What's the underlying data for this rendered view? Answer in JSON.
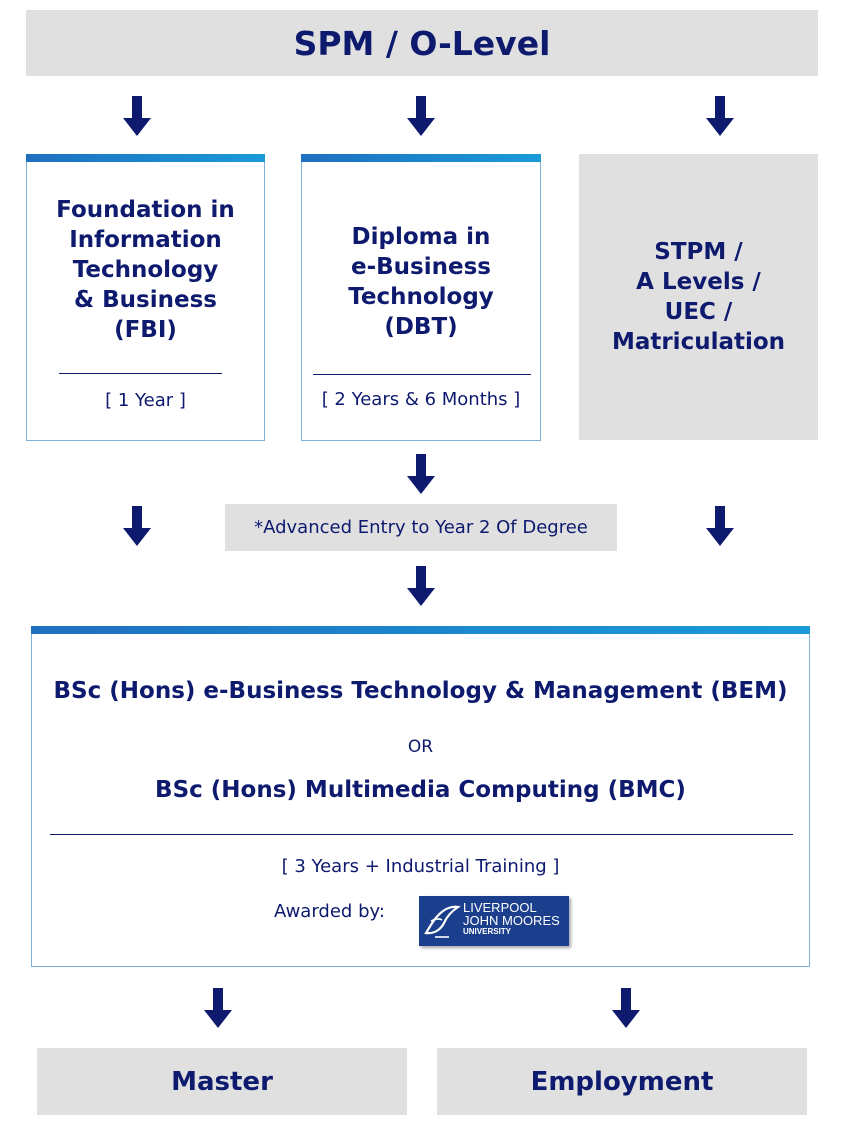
{
  "top": {
    "title": "SPM / O-Level"
  },
  "fbi": {
    "title_lines": [
      "Foundation in",
      "Information",
      "Technology",
      "& Business",
      "(FBI)"
    ],
    "duration": "[ 1 Year ]"
  },
  "dbt": {
    "title_lines": [
      "Diploma in",
      "e-Business",
      "Technology",
      "(DBT)"
    ],
    "duration": "[ 2 Years & 6 Months ]"
  },
  "stpm": {
    "lines": [
      "STPM /",
      "A Levels /",
      "UEC /",
      "Matriculation"
    ]
  },
  "advanced_entry": "*Advanced Entry to Year 2 Of Degree",
  "degree": {
    "option1": "BSc (Hons) e-Business Technology & Management (BEM)",
    "or": "OR",
    "option2": "BSc (Hons) Multimedia Computing (BMC)",
    "duration": "[ 3 Years + Industrial Training ]",
    "awarded_by": "Awarded by:",
    "logo_lines": [
      "LIVERPOOL",
      "JOHN MOORES",
      "UNIVERSITY"
    ]
  },
  "outcomes": {
    "left": "Master",
    "right": "Employment"
  },
  "colors": {
    "navy": "#0d1a6e",
    "gray_box": "#e0e0e0",
    "stripe": "#1e6fc0",
    "logo_bg": "#1b3f8c"
  }
}
